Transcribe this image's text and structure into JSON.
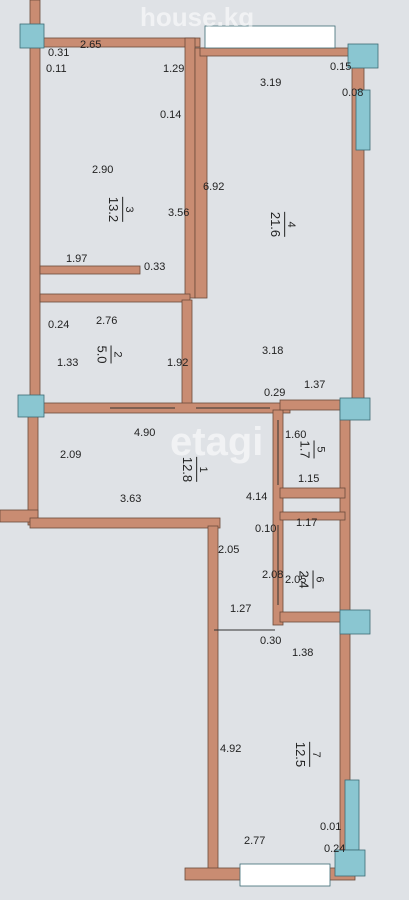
{
  "watermarks": {
    "top": "house.kg",
    "middle": "etagi"
  },
  "rooms": [
    {
      "number": "1",
      "area": "12.8"
    },
    {
      "number": "2",
      "area": "5.0"
    },
    {
      "number": "3",
      "area": "13.2"
    },
    {
      "number": "4",
      "area": "21.6"
    },
    {
      "number": "5",
      "area": "1.7"
    },
    {
      "number": "6",
      "area": "2.4"
    },
    {
      "number": "7",
      "area": "12.5"
    }
  ],
  "dimensions": {
    "d_2_65": "2.65",
    "d_0_31": "0.31",
    "d_0_11": "0.11",
    "d_1_29": "1.29",
    "d_0_14": "0.14",
    "d_2_90": "2.90",
    "d_3_56": "3.56",
    "d_1_97": "1.97",
    "d_0_33": "0.33",
    "d_3_19": "3.19",
    "d_0_15": "0.15",
    "d_0_08": "0.08",
    "d_6_92": "6.92",
    "d_0_24_a": "0.24",
    "d_2_76": "2.76",
    "d_1_33": "1.33",
    "d_1_92": "1.92",
    "d_3_18": "3.18",
    "d_0_29": "0.29",
    "d_1_37": "1.37",
    "d_4_90": "4.90",
    "d_1_60": "1.60",
    "d_2_09": "2.09",
    "d_1_15": "1.15",
    "d_3_63": "3.63",
    "d_4_14": "4.14",
    "d_0_10": "0.10",
    "d_1_17": "1.17",
    "d_2_05_a": "2.05",
    "d_2_08": "2.08",
    "d_2_05_b": "2.05",
    "d_1_27": "1.27",
    "d_0_30": "0.30",
    "d_1_38": "1.38",
    "d_4_92": "4.92",
    "d_0_01": "0.01",
    "d_0_24_b": "0.24",
    "d_2_77": "2.77"
  },
  "colors": {
    "wall": "#c98c72",
    "window": "#8ac6d1",
    "background": "#dfe2e6"
  }
}
